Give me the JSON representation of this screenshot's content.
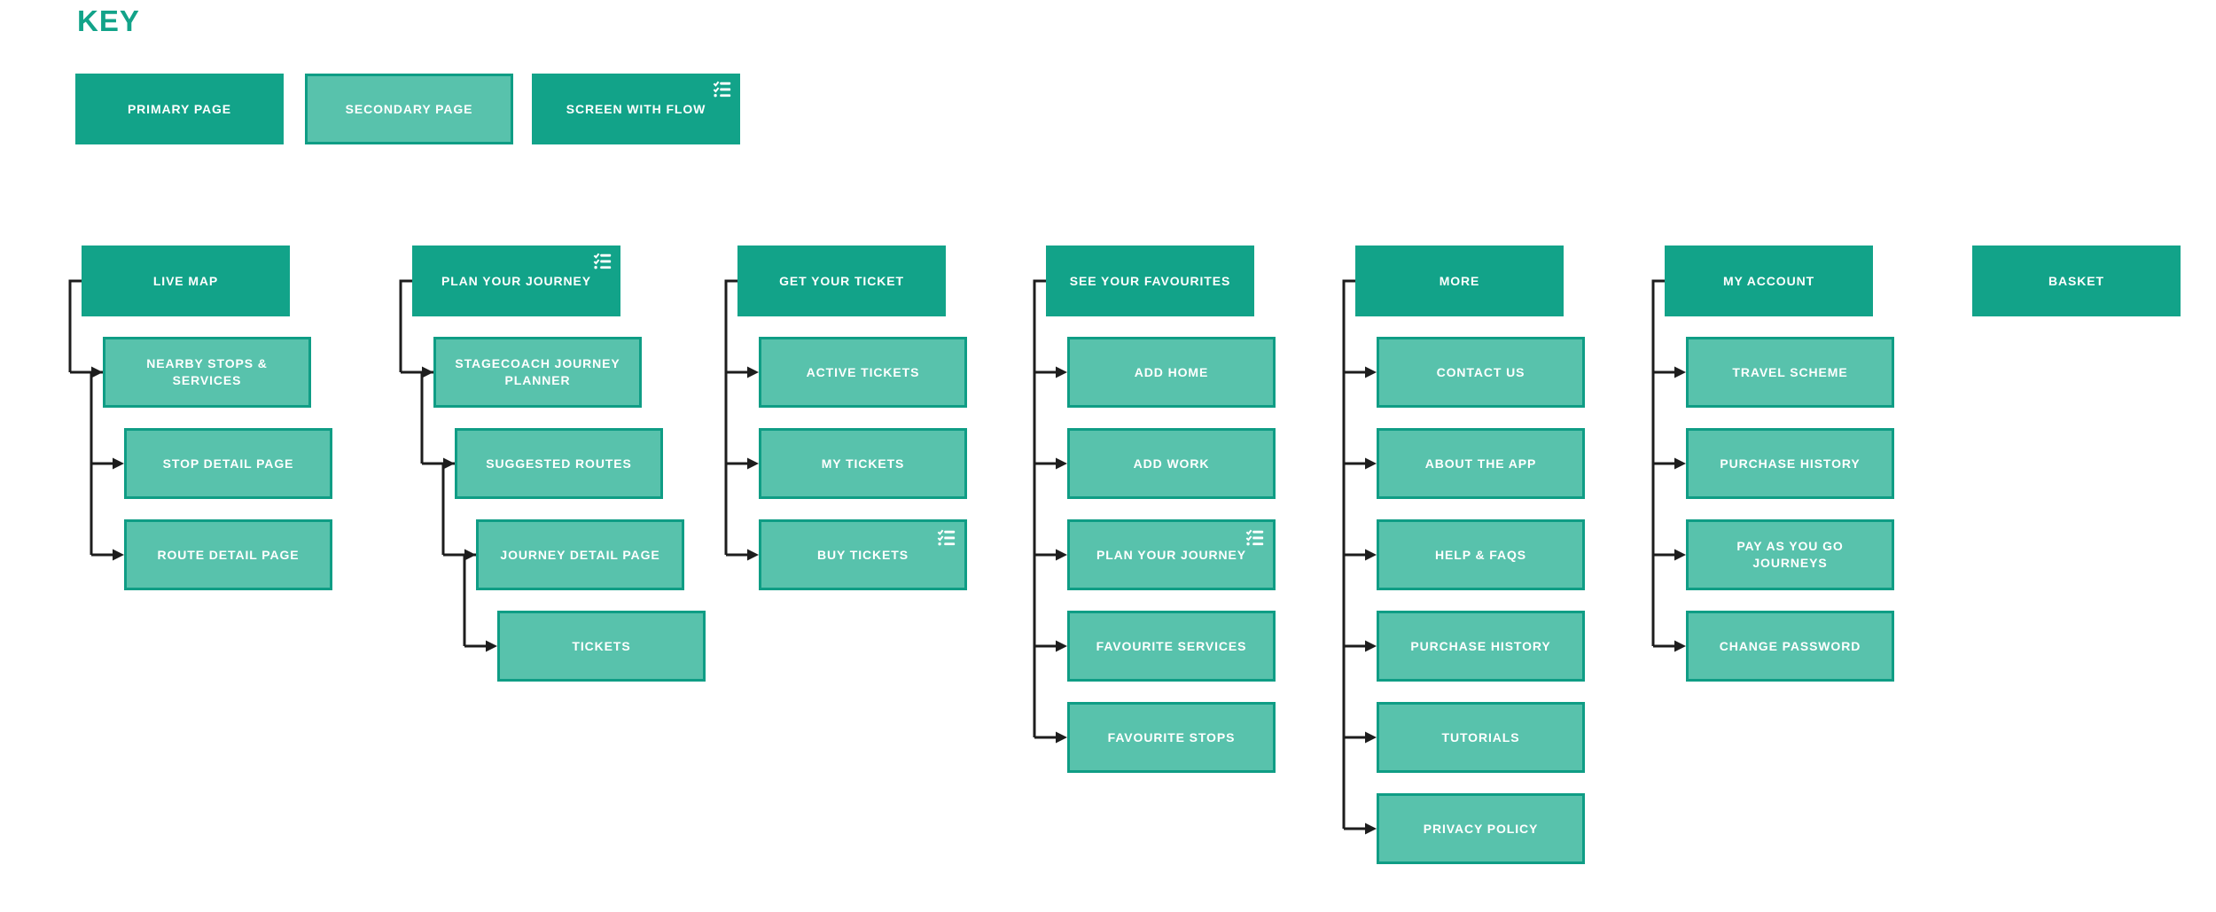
{
  "colors": {
    "primary": "#12a389",
    "secondary_fill": "#58c2ac",
    "secondary_border": "#0f9d85",
    "connector": "#1d1d1d",
    "title": "#12a389",
    "label_text": "#ffffff",
    "background": "#ffffff"
  },
  "key": {
    "title": "KEY",
    "items": [
      {
        "label": "PRIMARY PAGE",
        "type": "primary",
        "flow_icon": false
      },
      {
        "label": "SECONDARY PAGE",
        "type": "secondary",
        "flow_icon": false
      },
      {
        "label": "SCREEN WITH FLOW",
        "type": "primary",
        "flow_icon": true
      }
    ]
  },
  "sitemap": {
    "columns": [
      {
        "name": "live-map",
        "root": {
          "label": "LIVE MAP",
          "type": "primary",
          "flow_icon": false,
          "children": [
            {
              "label": "NEARBY STOPS &\nSERVICES",
              "type": "secondary",
              "flow_icon": false,
              "children": [
                {
                  "label": "STOP DETAIL PAGE",
                  "type": "secondary",
                  "flow_icon": false,
                  "children": []
                },
                {
                  "label": "ROUTE DETAIL PAGE",
                  "type": "secondary",
                  "flow_icon": false,
                  "children": []
                }
              ]
            }
          ]
        }
      },
      {
        "name": "plan-your-journey",
        "root": {
          "label": "PLAN YOUR JOURNEY",
          "type": "primary",
          "flow_icon": true,
          "children": [
            {
              "label": "STAGECOACH JOURNEY\nPLANNER",
              "type": "secondary",
              "flow_icon": false,
              "children": [
                {
                  "label": "SUGGESTED ROUTES",
                  "type": "secondary",
                  "flow_icon": false,
                  "children": [
                    {
                      "label": "JOURNEY DETAIL PAGE",
                      "type": "secondary",
                      "flow_icon": false,
                      "children": [
                        {
                          "label": "TICKETS",
                          "type": "secondary",
                          "flow_icon": false,
                          "children": []
                        }
                      ]
                    }
                  ]
                }
              ]
            }
          ]
        }
      },
      {
        "name": "get-your-ticket",
        "root": {
          "label": "GET YOUR TICKET",
          "type": "primary",
          "flow_icon": false,
          "children": [
            {
              "label": "ACTIVE TICKETS",
              "type": "secondary",
              "flow_icon": false,
              "children": []
            },
            {
              "label": "MY TICKETS",
              "type": "secondary",
              "flow_icon": false,
              "children": []
            },
            {
              "label": "BUY TICKETS",
              "type": "secondary",
              "flow_icon": true,
              "children": []
            }
          ]
        }
      },
      {
        "name": "see-your-favourites",
        "root": {
          "label": "SEE YOUR FAVOURITES",
          "type": "primary",
          "flow_icon": false,
          "children": [
            {
              "label": "ADD HOME",
              "type": "secondary",
              "flow_icon": false,
              "children": []
            },
            {
              "label": "ADD WORK",
              "type": "secondary",
              "flow_icon": false,
              "children": []
            },
            {
              "label": "PLAN YOUR JOURNEY",
              "type": "secondary",
              "flow_icon": true,
              "children": []
            },
            {
              "label": "FAVOURITE SERVICES",
              "type": "secondary",
              "flow_icon": false,
              "children": []
            },
            {
              "label": "FAVOURITE STOPS",
              "type": "secondary",
              "flow_icon": false,
              "children": []
            }
          ]
        }
      },
      {
        "name": "more",
        "root": {
          "label": "MORE",
          "type": "primary",
          "flow_icon": false,
          "children": [
            {
              "label": "CONTACT US",
              "type": "secondary",
              "flow_icon": false,
              "children": []
            },
            {
              "label": "ABOUT THE APP",
              "type": "secondary",
              "flow_icon": false,
              "children": []
            },
            {
              "label": "HELP & FAQS",
              "type": "secondary",
              "flow_icon": false,
              "children": []
            },
            {
              "label": "PURCHASE HISTORY",
              "type": "secondary",
              "flow_icon": false,
              "children": []
            },
            {
              "label": "TUTORIALS",
              "type": "secondary",
              "flow_icon": false,
              "children": []
            },
            {
              "label": "PRIVACY POLICY",
              "type": "secondary",
              "flow_icon": false,
              "children": []
            }
          ]
        }
      },
      {
        "name": "my-account",
        "root": {
          "label": "MY ACCOUNT",
          "type": "primary",
          "flow_icon": false,
          "children": [
            {
              "label": "TRAVEL SCHEME",
              "type": "secondary",
              "flow_icon": false,
              "children": []
            },
            {
              "label": "PURCHASE HISTORY",
              "type": "secondary",
              "flow_icon": false,
              "children": []
            },
            {
              "label": "PAY AS YOU GO JOURNEYS",
              "type": "secondary",
              "flow_icon": false,
              "children": []
            },
            {
              "label": "CHANGE PASSWORD",
              "type": "secondary",
              "flow_icon": false,
              "children": []
            }
          ]
        }
      },
      {
        "name": "basket",
        "root": {
          "label": "BASKET",
          "type": "primary",
          "flow_icon": false,
          "children": []
        }
      }
    ]
  }
}
